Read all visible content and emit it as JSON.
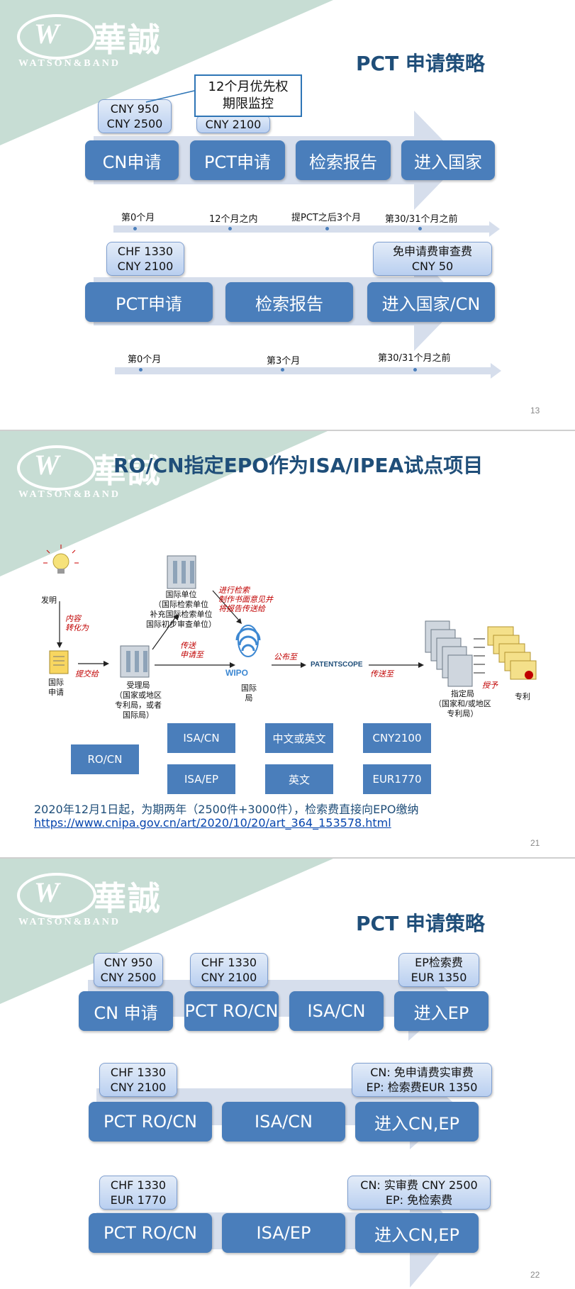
{
  "brand": {
    "logo_cn": "華誠",
    "logo_en": "WATSON&BAND",
    "logo_mark": "W",
    "band_color": "#c7ddd4"
  },
  "slide1": {
    "title": "PCT 申请策略",
    "page_number": "13",
    "row1": {
      "steps": [
        "CN申请",
        "PCT申请",
        "检索报告",
        "进入国家"
      ],
      "fee_cn": [
        "CNY 950",
        "CNY 2500"
      ],
      "fee_pct": [
        "CNY 2100"
      ],
      "callout": [
        "12个月优先权",
        "期限监控"
      ]
    },
    "timeline1": [
      "第0个月",
      "12个月之内",
      "提PCT之后3个月",
      "第30/31个月之前"
    ],
    "row2": {
      "steps": [
        "PCT申请",
        "检索报告",
        "进入国家/CN"
      ],
      "fee_pct": [
        "CHF 1330",
        "CNY 2100"
      ],
      "fee_national": [
        "免申请费审查费",
        "CNY 50"
      ]
    },
    "timeline2": [
      "第0个月",
      "第3个月",
      "第30/31个月之前"
    ]
  },
  "slide2": {
    "title": "RO/CN指定EPO作为ISA/IPEA试点项目",
    "page_number": "21",
    "diagram": {
      "invention": "发明",
      "content_convert": [
        "内容",
        "转化为"
      ],
      "intl_app": [
        "国际",
        "申请"
      ],
      "submit": "提交给",
      "ro": [
        "受理局",
        "（国家或地区",
        "专利局，或者",
        "国际局）"
      ],
      "isa_unit": [
        "国际单位",
        "（国际检索单位",
        "补充国际检索单位",
        "国际初步审查单位）"
      ],
      "transmit": [
        "传送",
        "申请至"
      ],
      "search_note": [
        "进行检索",
        "制作书面意见并",
        "将报告传送给"
      ],
      "wipo": "WIPO",
      "ib": [
        "国际",
        "局"
      ],
      "publish": "公布至",
      "patentscope": "PATENTSCOPE",
      "transmit_to": "传送至",
      "grant": "授予",
      "do": [
        "指定局",
        "（国家和/或地区",
        "专利局）"
      ],
      "patent": "专利"
    },
    "routing": {
      "root": "RO/CN",
      "rows": [
        {
          "isa": "ISA/CN",
          "lang": "中文或英文",
          "fee": "CNY2100"
        },
        {
          "isa": "ISA/EP",
          "lang": "英文",
          "fee": "EUR1770"
        }
      ]
    },
    "note": "2020年12月1日起，为期两年（2500件+3000件），检索费直接向EPO缴纳",
    "link": "https://www.cnipa.gov.cn/art/2020/10/20/art_364_153578.html"
  },
  "slide3": {
    "title": "PCT 申请策略",
    "page_number": "22",
    "row1": {
      "steps": [
        "CN 申请",
        "PCT RO/CN",
        "ISA/CN",
        "进入EP"
      ],
      "fee_cn": [
        "CNY 950",
        "CNY 2500"
      ],
      "fee_pct": [
        "CHF 1330",
        "CNY 2100"
      ],
      "fee_ep": [
        "EP检索费",
        "EUR 1350"
      ]
    },
    "row2": {
      "steps": [
        "PCT RO/CN",
        "ISA/CN",
        "进入CN,EP"
      ],
      "fee_pct": [
        "CHF 1330",
        "CNY 2100"
      ],
      "fee_national": [
        "CN: 免申请费实审费",
        "EP: 检索费EUR 1350"
      ]
    },
    "row3": {
      "steps": [
        "PCT RO/CN",
        "ISA/EP",
        "进入CN,EP"
      ],
      "fee_pct": [
        "CHF 1330",
        "EUR 1770"
      ],
      "fee_national": [
        "CN: 实审费 CNY 2500",
        "EP: 免检索费"
      ]
    }
  }
}
